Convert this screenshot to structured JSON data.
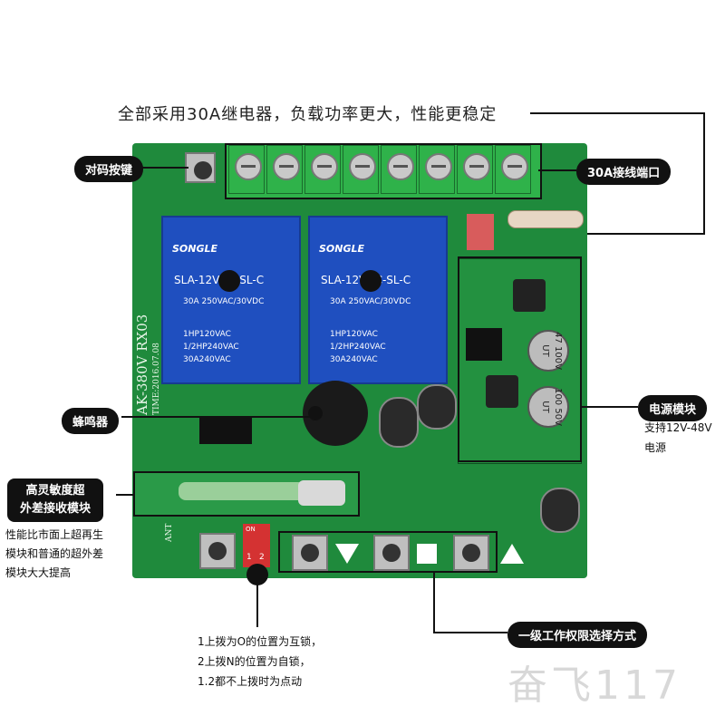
{
  "headline": "全部采用30A继电器，负载功率更大，性能更稳定",
  "callouts": {
    "pair_button": "对码按键",
    "terminal_port": "30A接线端口",
    "buzzer": "蜂鸣器",
    "power_module": "电源模块",
    "power_note_1": "支持12V-48V",
    "power_note_2": "电源",
    "receiver_line1": "高灵敏度超",
    "receiver_line2": "外差接收模块",
    "receiver_note_1": "性能比市面上超再生",
    "receiver_note_2": "模块和普通的超外差",
    "receiver_note_3": "模块大大提高",
    "permission_mode": "一级工作权限选择方式",
    "dip_note_1": "1上拨为O的位置为互锁，",
    "dip_note_2": "2上拨N的位置为自锁，",
    "dip_note_3": "1.2都不上拨时为点动"
  },
  "board": {
    "silk_model": "AK-380V RX03",
    "silk_time": "TIME:2016.07.08",
    "ant_label": "ANT",
    "on_label": "ON",
    "dip_labels": [
      "1",
      "2"
    ],
    "relay": {
      "brand": "SONGLE",
      "model": "SLA-12VDC-SL-C",
      "specs": [
        "30A 250VAC/30VDC",
        "1HP120VAC",
        "1/2HP240VAC",
        "30A240VAC"
      ]
    },
    "capacitor_1": "47 100V UT",
    "capacitor_2": "100 50V UT"
  },
  "watermark": "奋飞117"
}
